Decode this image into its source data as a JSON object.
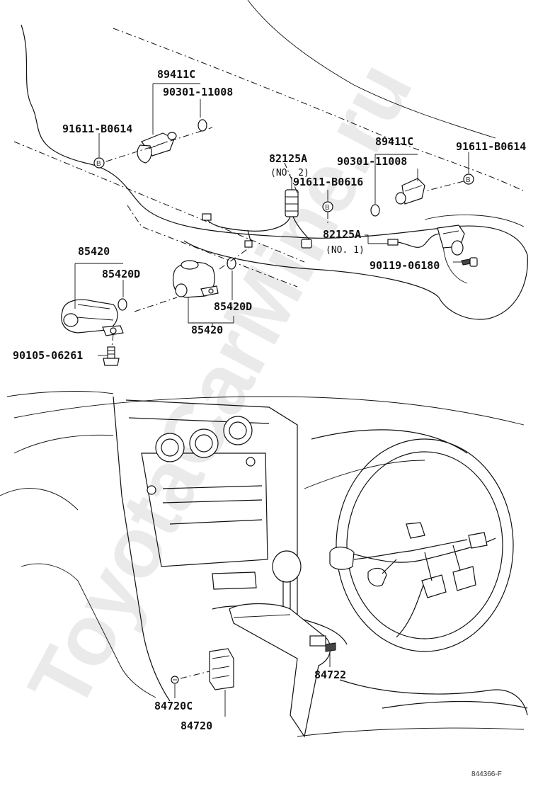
{
  "watermark": "ToyotaCarMine.ru",
  "diagram_code": "844366-F",
  "labels": {
    "p89411c_left": "89411C",
    "p90301_left": "90301-11008",
    "p91611_b0614_left": "91611-B0614",
    "p89411c_right": "89411C",
    "p90301_right": "90301-11008",
    "p91611_b0614_right": "91611-B0614",
    "p82125a_top": "82125A",
    "no2": "(NO. 2)",
    "p91611_b0616": "91611-B0616",
    "p82125a_mid": "82125A",
    "no1": "(NO. 1)",
    "p90119": "90119-06180",
    "p85420_top": "85420",
    "p85420d_left": "85420D",
    "p85420d_right": "85420D",
    "p85420_bottom": "85420",
    "p90105": "90105-06261",
    "p84722": "84722",
    "p84720c": "84720C",
    "p84720": "84720"
  },
  "bolt_markers": {
    "left": "B",
    "mid": "B",
    "right": "B"
  }
}
